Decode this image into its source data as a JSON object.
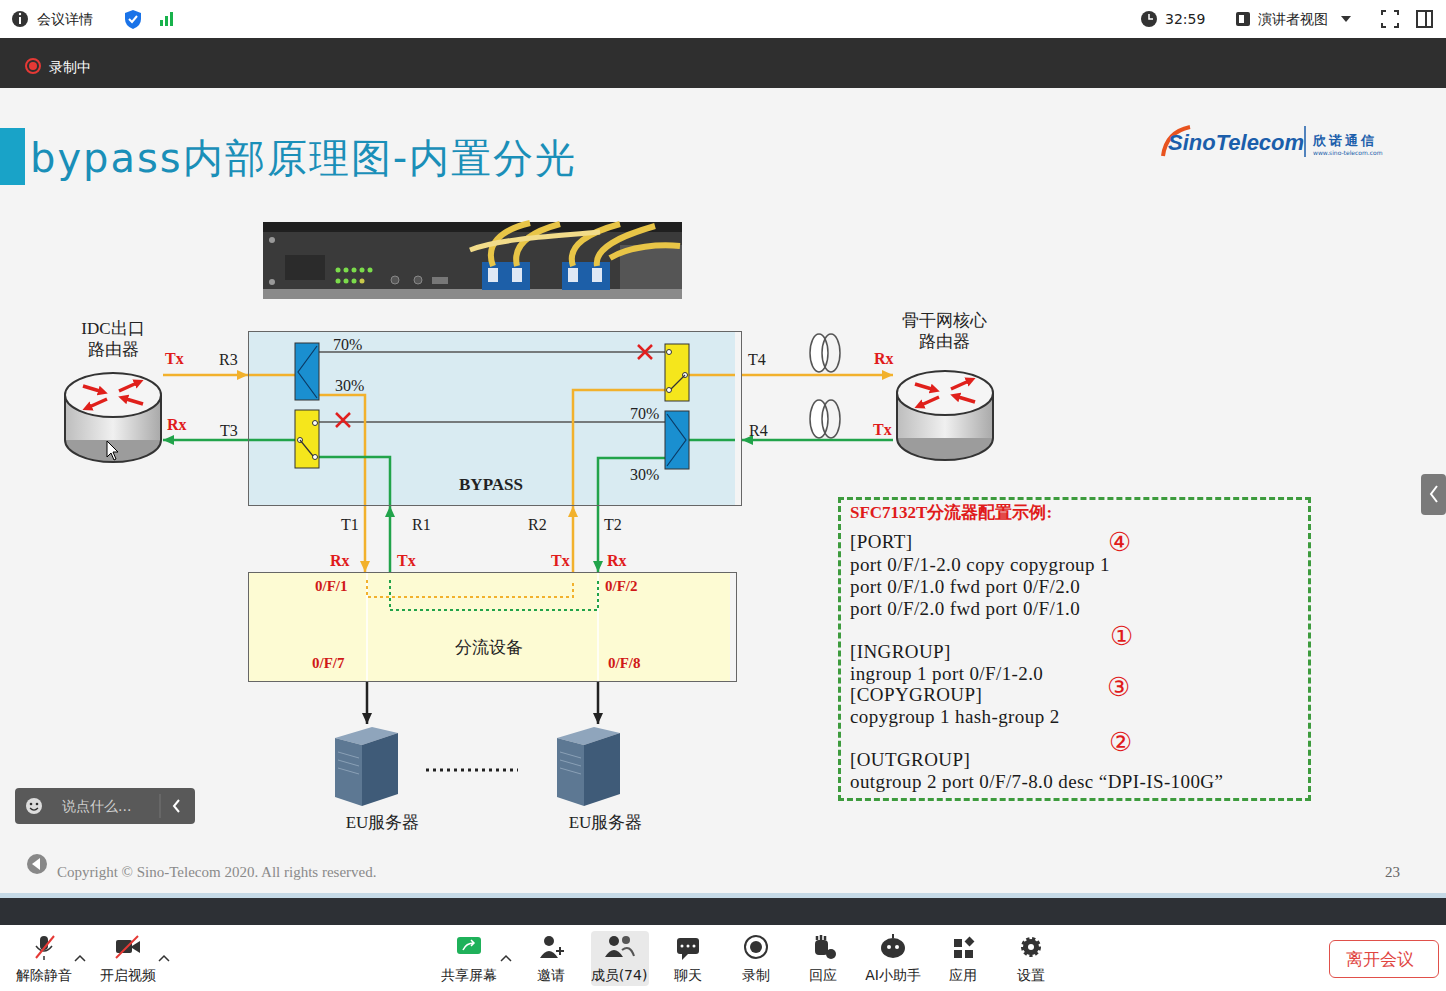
{
  "diagram": {
    "title": "bypass内部原理图-内置分光",
    "nodes": [
      {
        "text": [
          "IDC出口 路由器"
        ]
      },
      {
        "text": [
          "骨干网核心 路由器"
        ]
      },
      {
        "text": [
          "BYPASS"
        ]
      },
      {
        "text": [
          "分流设备"
        ]
      },
      {
        "text": [
          "EU服务器"
        ]
      },
      {
        "text": [
          "EU服务器"
        ]
      },
      {
        "text": [
          "SFC7132T分流器配置示例:",
          "[PORT]",
          "port 0/F/1-2.0 copy copygroup 1",
          "port 0/F/1.0 fwd port 0/F/2.0",
          "port 0/F/2.0 fwd port 0/F/1.0",
          "[INGROUP]",
          "ingroup 1 port 0/F/1-2.0",
          "[COPYGROUP]",
          "copygroup 1 hash-group 2",
          "[OUTGROUP]",
          "outgroup 2 port 0/F/7-8.0 desc “DPI-IS-100G”"
        ]
      },
      {
        "text": [
          "说点什么..."
        ]
      },
      {
        "text": [
          "离开会议"
        ]
      }
    ],
    "edges": [
      {
        "from": 0,
        "to": 2,
        "arrow": "to",
        "label": "R3"
      },
      {
        "from": 2,
        "to": 0,
        "arrow": "to",
        "label": "T3"
      },
      {
        "from": 2,
        "to": 1,
        "arrow": "to",
        "label": "T4"
      },
      {
        "from": 1,
        "to": 2,
        "arrow": "to",
        "label": "R4"
      },
      {
        "from": 2,
        "to": 3,
        "arrow": "to",
        "label": "T1"
      },
      {
        "from": 3,
        "to": 2,
        "arrow": "to",
        "label": "R1"
      },
      {
        "from": 3,
        "to": 2,
        "arrow": "to",
        "label": "R2"
      },
      {
        "from": 2,
        "to": 3,
        "arrow": "to",
        "label": "T2"
      },
      {
        "from": 3,
        "to": 4,
        "arrow": "to"
      },
      {
        "from": 3,
        "to": 5,
        "arrow": "to"
      }
    ],
    "labels": [
      "会议详情",
      "32:59",
      "演讲者视图",
      "录制中",
      "SinoTelecom",
      "欣诺通信",
      "www.sino-telecom.com",
      "Tx",
      "Rx",
      "70%",
      "30%",
      "70%",
      "30%",
      "Rx",
      "Tx",
      "Rx",
      "Tx",
      "Tx",
      "Rx",
      "0/F/1",
      "0/F/2",
      "0/F/7",
      "0/F/8",
      "④",
      "①",
      "③",
      "②",
      "Copyright © Sino-Telecom 2020. All rights reserved.",
      "23",
      "解除静音",
      "开启视频",
      "共享屏幕",
      "邀请",
      "成员(74)",
      "聊天",
      "录制",
      "回应",
      "AI小助手",
      "应用",
      "设置"
    ]
  }
}
